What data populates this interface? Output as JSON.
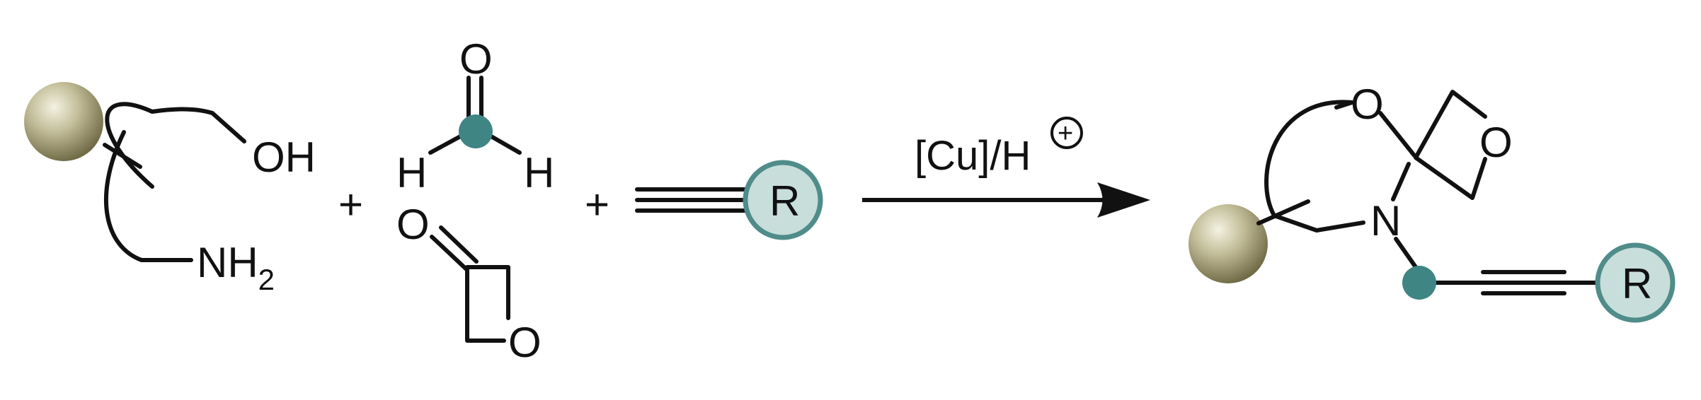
{
  "labels": {
    "oh": "OH",
    "nh": "NH",
    "nh_sub": "2",
    "plus_1": "+",
    "plus_2": "+",
    "formaldehyde_o": "O",
    "formaldehyde_h_left": "H",
    "formaldehyde_h_right": "H",
    "oxetanone_carbonyl_o": "O",
    "oxetanone_ring_o": "O",
    "alkyne_r": "R",
    "conditions": "[Cu]/H",
    "conditions_charge": "+",
    "product_ring_o": "O",
    "product_oxetane_o": "O",
    "product_n": "N",
    "product_r": "R"
  },
  "colors": {
    "bond": "#111111",
    "substrate_sphere": "#a7a27c",
    "substrate_sphere_edge": "#6f6a45",
    "carbon_dot": "#3f8584",
    "r_group_fill": "#c7dedb",
    "r_group_edge": "#4f8c8a"
  },
  "icons": {
    "substrate_support": "sphere",
    "methylene_carbon": "filled-circle",
    "r_group": "circled-letter",
    "conditions_charge": "circled-plus"
  }
}
